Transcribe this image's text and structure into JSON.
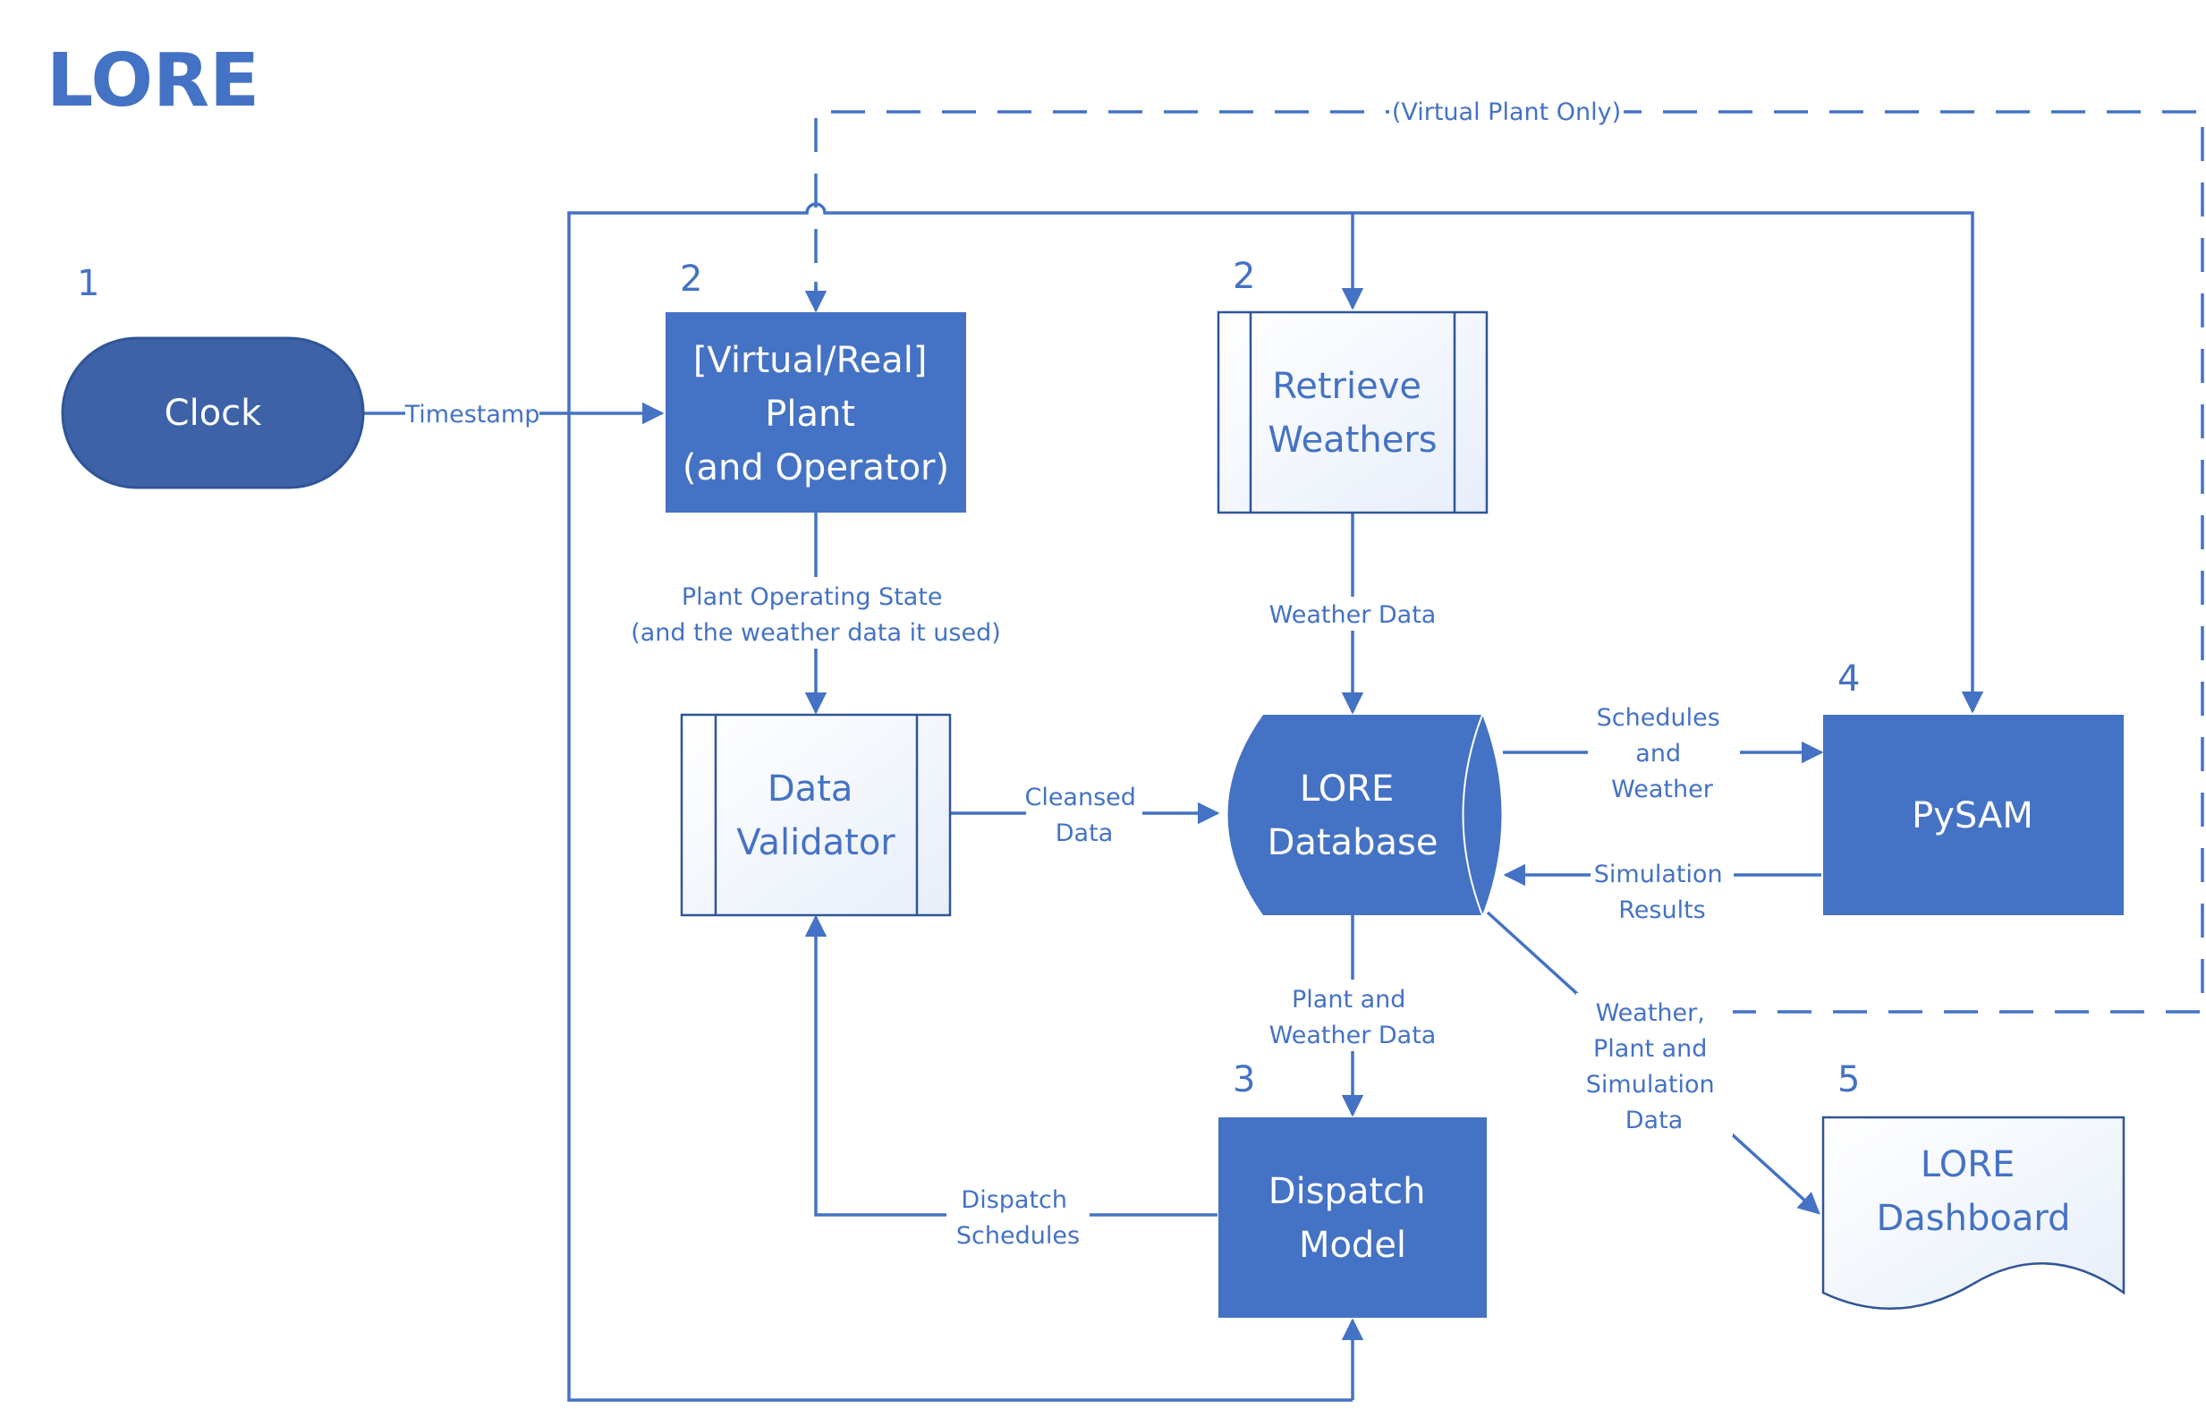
{
  "title": "LORE",
  "nodes": {
    "clock": {
      "number": "1",
      "lines": [
        "Clock"
      ]
    },
    "plant": {
      "number": "2",
      "lines": [
        "[Virtual/Real]",
        "Plant",
        "(and Operator)"
      ]
    },
    "weather": {
      "number": "2",
      "lines": [
        "Retrieve",
        "Weathers"
      ]
    },
    "validator": {
      "lines": [
        "Data",
        "Validator"
      ]
    },
    "database": {
      "lines": [
        "LORE",
        "Database"
      ]
    },
    "pysam": {
      "number": "4",
      "lines": [
        "PySAM"
      ]
    },
    "dispatch": {
      "number": "3",
      "lines": [
        "Dispatch",
        "Model"
      ]
    },
    "dashboard": {
      "number": "5",
      "lines": [
        "LORE",
        "Dashboard"
      ]
    }
  },
  "edges": {
    "timestamp": [
      "Timestamp"
    ],
    "virtual_plant_only": [
      "(Virtual Plant Only)"
    ],
    "plant_state": [
      "Plant Operating State",
      "(and the weather data it used)"
    ],
    "weather_data": [
      "Weather Data"
    ],
    "cleansed_data": [
      "Cleansed",
      "Data"
    ],
    "schedules_weather": [
      "Schedules",
      "and",
      "Weather"
    ],
    "simulation_results": [
      "Simulation",
      "Results"
    ],
    "plant_weather_data": [
      "Plant and",
      "Weather Data"
    ],
    "dashboard_data": [
      "Weather,",
      "Plant and",
      "Simulation",
      "Data"
    ],
    "dispatch_schedules": [
      "Dispatch",
      "Schedules"
    ]
  },
  "colors": {
    "accent": "#4472c4",
    "dark_fill": "#3d62a8",
    "outline": "#2f5597"
  }
}
